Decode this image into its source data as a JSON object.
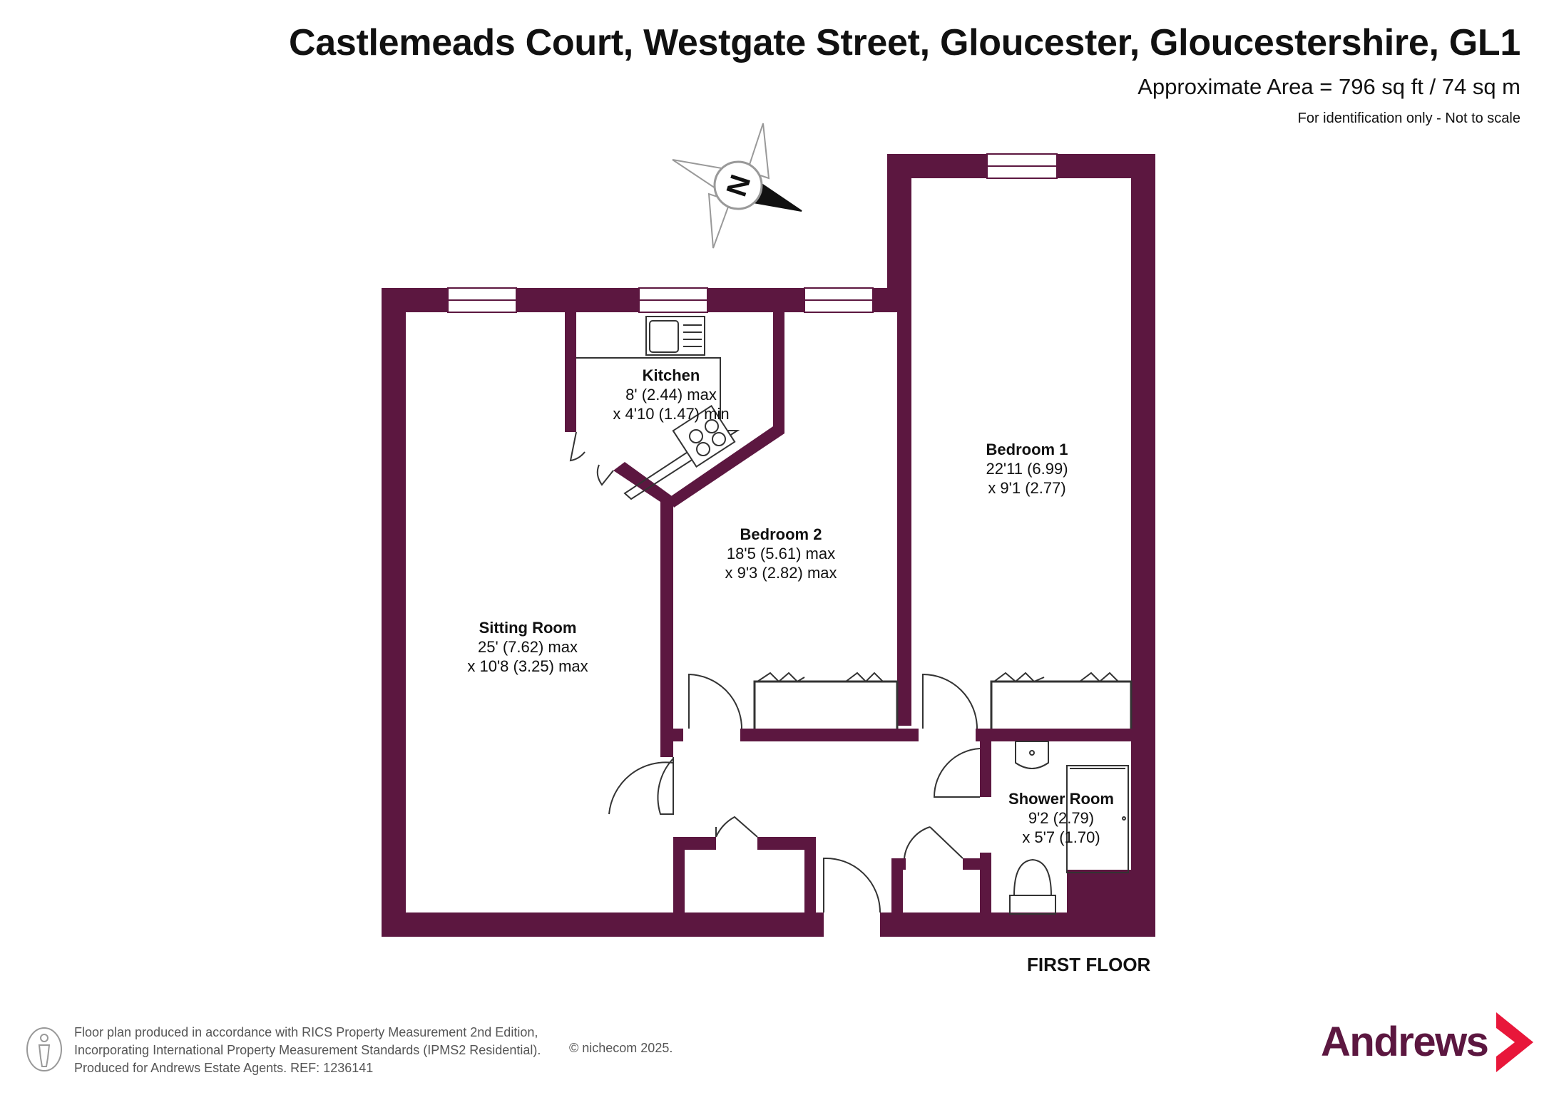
{
  "header": {
    "title": "Castlemeads Court, Westgate Street, Gloucester, Gloucestershire, GL1",
    "area": "Approximate Area = 796 sq ft / 74 sq m",
    "note": "For identification only - Not to scale"
  },
  "compass": {
    "letter": "N"
  },
  "rooms": {
    "kitchen": {
      "name": "Kitchen",
      "dim1": "8' (2.44) max",
      "dim2": "x 4'10 (1.47) min"
    },
    "bedroom1": {
      "name": "Bedroom 1",
      "dim1": "22'11 (6.99)",
      "dim2": "x 9'1 (2.77)"
    },
    "bedroom2": {
      "name": "Bedroom 2",
      "dim1": "18'5 (5.61) max",
      "dim2": "x 9'3 (2.82) max"
    },
    "sitting": {
      "name": "Sitting Room",
      "dim1": "25' (7.62) max",
      "dim2": "x 10'8 (3.25) max"
    },
    "shower": {
      "name": "Shower Room",
      "dim1": "9'2 (2.79)",
      "dim2": "x 5'7 (1.70)"
    }
  },
  "floor_label": "FIRST FLOOR",
  "footer": {
    "line1": "Floor plan produced in accordance with RICS Property Measurement 2nd Edition,",
    "line2": "Incorporating International Property Measurement Standards (IPMS2 Residential).",
    "line3": "Produced for Andrews Estate Agents.   REF: 1236141",
    "copyright": "© nichecom 2025."
  },
  "brand": {
    "name": "Andrews"
  },
  "colors": {
    "wall": "#5c1740",
    "brand": "#5c1740",
    "window": "#ffffff"
  }
}
